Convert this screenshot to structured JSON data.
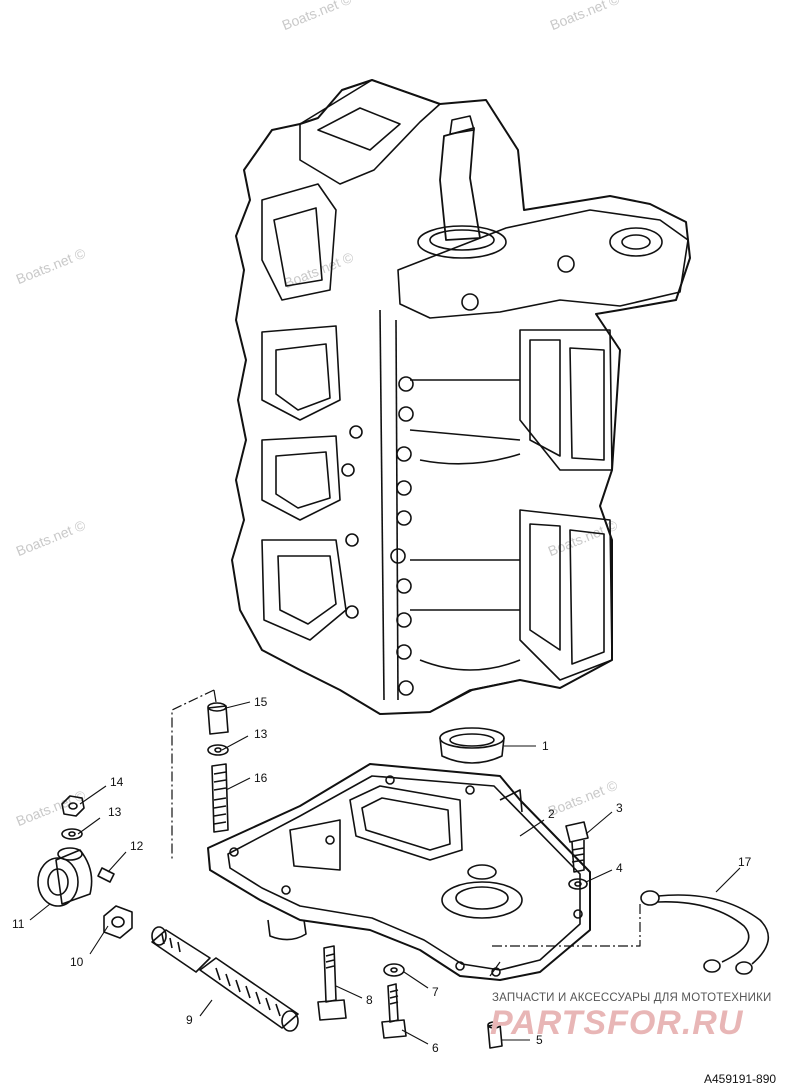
{
  "watermarks": [
    "Boats.net ©",
    "Boats.net ©",
    "Boats.net ©",
    "Boats.net ©",
    "Boats.net ©",
    "Boats.net ©",
    "Boats.net ©",
    "Boats.net ©"
  ],
  "callouts": [
    "1",
    "2",
    "3",
    "4",
    "5",
    "6",
    "7",
    "8",
    "9",
    "10",
    "11",
    "12",
    "13",
    "13",
    "14",
    "15",
    "16",
    "17"
  ],
  "footer": {
    "shop_text": "ЗАПЧАСТИ И АКСЕССУАРЫ ДЛЯ МОТОТЕХНИКИ",
    "brand": "PARTSFOR.RU"
  },
  "drawing_code": "A459191-890",
  "colors": {
    "line": "#111111",
    "watermark": "#c9c9c9",
    "brand": "#e8b6b6"
  }
}
